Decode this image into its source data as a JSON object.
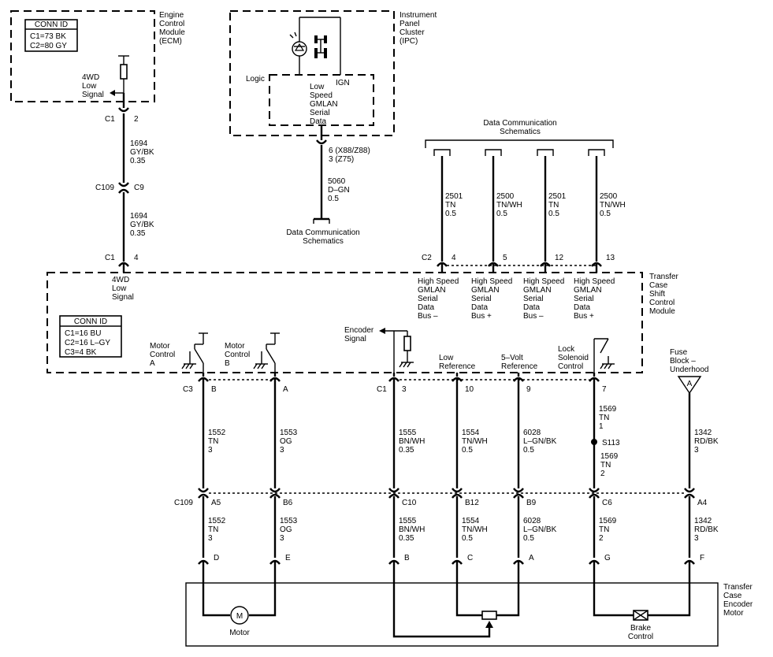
{
  "modules": {
    "ecm": {
      "lines": [
        "Engine",
        "Control",
        "Module",
        "(ECM)"
      ]
    },
    "ipc": {
      "lines": [
        "Instrument",
        "Panel",
        "Cluster",
        "(IPC)"
      ]
    },
    "tcscm": {
      "lines": [
        "Transfer",
        "Case",
        "Shift",
        "Control",
        "Module"
      ]
    },
    "motor_module": {
      "lines": [
        "Transfer",
        "Case",
        "Encoder",
        "Motor"
      ]
    }
  },
  "conn_id_ecm": {
    "title": "CONN ID",
    "lines": [
      "C1=73 BK",
      "C2=80 GY"
    ]
  },
  "conn_id_tcscm": {
    "title": "CONN ID",
    "lines": [
      "C1=16 BU",
      "C2=16 L–GY",
      "C3=4 BK"
    ]
  },
  "ecm_signal": {
    "lines": [
      "4WD",
      "Low",
      "Signal"
    ]
  },
  "ecm_wire": {
    "top_conn": "C1",
    "top_pin": "2",
    "seg1": [
      "1694",
      "GY/BK",
      "0.35"
    ],
    "mid_left": "C109",
    "mid_right": "C9",
    "seg2": [
      "1694",
      "GY/BK",
      "0.35"
    ],
    "bot_conn": "C1",
    "bot_pin": "4"
  },
  "tcscm_signal": {
    "lines": [
      "4WD",
      "Low",
      "Signal"
    ]
  },
  "ipc": {
    "logic": "Logic",
    "ign": "IGN",
    "gmlan": [
      "Low",
      "Speed",
      "GMLAN",
      "Serial",
      "Data"
    ],
    "pin": [
      "6 (X88/Z88)",
      "3 (Z75)"
    ],
    "wire": [
      "5060",
      "D–GN",
      "0.5"
    ],
    "dest": [
      "Data Communication",
      "Schematics"
    ]
  },
  "data_comm_top": [
    "Data Communication",
    "Schematics"
  ],
  "c2": {
    "conn": "C2",
    "pins": [
      "4",
      "5",
      "12",
      "13"
    ],
    "wires": [
      [
        "2501",
        "TN",
        "0.5"
      ],
      [
        "2500",
        "TN/WH",
        "0.5"
      ],
      [
        "2501",
        "TN",
        "0.5"
      ],
      [
        "2500",
        "TN/WH",
        "0.5"
      ]
    ],
    "buses": [
      [
        "High  Speed",
        "GMLAN",
        "Serial",
        "Data",
        "Bus –"
      ],
      [
        "High  Speed",
        "GMLAN",
        "Serial",
        "Data",
        "Bus +"
      ],
      [
        "High  Speed",
        "GMLAN",
        "Serial",
        "Data",
        "Bus –"
      ],
      [
        "High  Speed",
        "GMLAN",
        "Serial",
        "Data",
        "Bus +"
      ]
    ]
  },
  "switches": {
    "motor_a": [
      "Motor",
      "Control",
      "A"
    ],
    "motor_b": [
      "Motor",
      "Control",
      "B"
    ],
    "encoder": [
      "Encoder",
      "Signal"
    ],
    "low_ref": [
      "Low",
      "Reference"
    ],
    "five_volt": [
      "5–Volt",
      "Reference"
    ],
    "lock": [
      "Lock",
      "Solenoid",
      "Control"
    ]
  },
  "fuse": {
    "lines": [
      "Fuse",
      "Block –",
      "Underhood"
    ],
    "letter": "A"
  },
  "conn_row1": {
    "c3": "C3",
    "c1": "C1",
    "pins": [
      "B",
      "A",
      "3",
      "10",
      "9",
      "7"
    ]
  },
  "wires_upper": [
    [
      "1552",
      "TN",
      "3"
    ],
    [
      "1553",
      "OG",
      "3"
    ],
    [
      "1555",
      "BN/WH",
      "0.35"
    ],
    [
      "1554",
      "TN/WH",
      "0.5"
    ],
    [
      "6028",
      "L–GN/BK",
      "0.5"
    ],
    [
      "1569",
      "TN",
      "1"
    ],
    [
      "1342",
      "RD/BK",
      "3"
    ]
  ],
  "splice": {
    "label": "S113",
    "wire_after": [
      "1569",
      "TN",
      "2"
    ]
  },
  "c109_row": {
    "conn": "C109",
    "pins": [
      "A5",
      "B6",
      "C10",
      "B12",
      "B9",
      "C6",
      "A4"
    ]
  },
  "wires_lower": [
    [
      "1552",
      "TN",
      "3"
    ],
    [
      "1553",
      "OG",
      "3"
    ],
    [
      "1555",
      "BN/WH",
      "0.35"
    ],
    [
      "1554",
      "TN/WH",
      "0.5"
    ],
    [
      "6028",
      "L–GN/BK",
      "0.5"
    ],
    [
      "1569",
      "TN",
      "2"
    ],
    [
      "1342",
      "RD/BK",
      "3"
    ]
  ],
  "motor_pins": [
    "D",
    "E",
    "B",
    "C",
    "A",
    "G",
    "F"
  ],
  "motor_label": "Motor",
  "motor_symbol": "M",
  "brake": [
    "Brake",
    "Control"
  ]
}
